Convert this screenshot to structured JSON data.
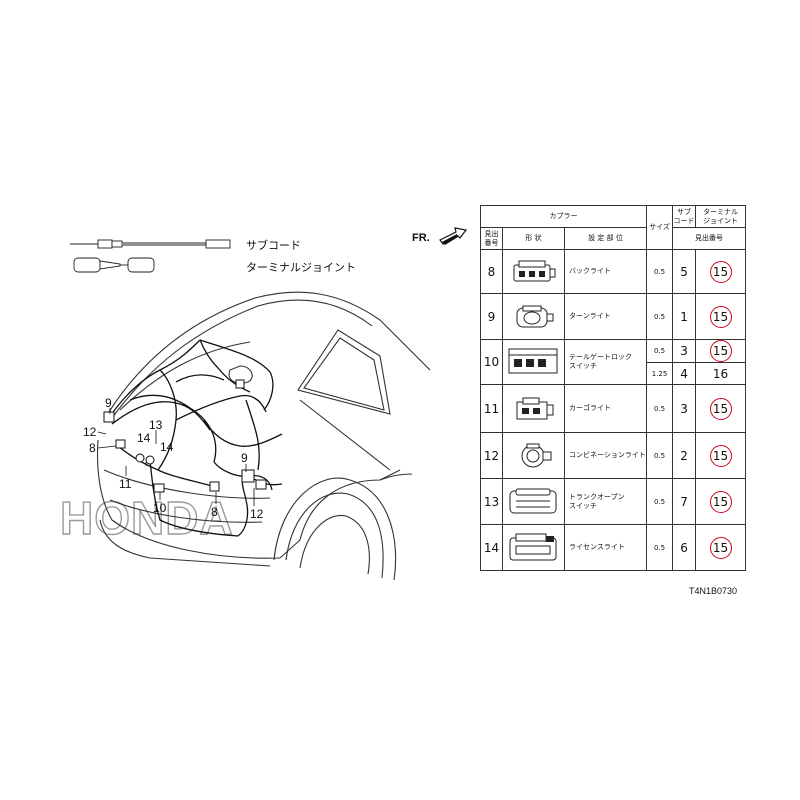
{
  "legend": {
    "sub_cord_label": "サブコード",
    "terminal_joint_label": "ターミナルジョイント"
  },
  "orientation_label": "FR.",
  "watermark_text": "HONDA",
  "drawing_code": "T4N1B0730",
  "callouts": [
    {
      "id": "c9a",
      "text": "9"
    },
    {
      "id": "c12a",
      "text": "12"
    },
    {
      "id": "c8a",
      "text": "8"
    },
    {
      "id": "c13",
      "text": "13"
    },
    {
      "id": "c14a",
      "text": "14"
    },
    {
      "id": "c14b",
      "text": "14"
    },
    {
      "id": "c11",
      "text": "11"
    },
    {
      "id": "c10",
      "text": "10"
    },
    {
      "id": "c8b",
      "text": "8"
    },
    {
      "id": "c9b",
      "text": "9"
    },
    {
      "id": "c12b",
      "text": "12"
    }
  ],
  "table": {
    "header_coupler": "カプラー",
    "header_index": "見出\n番号",
    "header_shape": "形 状",
    "header_location": "設 定 部 位",
    "header_size": "サイズ",
    "header_subcord": "サブ\nコード",
    "header_terminal": "ターミナル\nジョイント",
    "header_index_no": "見出番号",
    "rows": [
      {
        "index": "8",
        "location": "バックライト",
        "entries": [
          {
            "size": "0.5",
            "sub": "5",
            "terminal": "15",
            "circled": true
          }
        ]
      },
      {
        "index": "9",
        "location": "ターンライト",
        "entries": [
          {
            "size": "0.5",
            "sub": "1",
            "terminal": "15",
            "circled": true
          }
        ]
      },
      {
        "index": "10",
        "location": "テールゲートロック\nスイッチ",
        "entries": [
          {
            "size": "0.5",
            "sub": "3",
            "terminal": "15",
            "circled": true
          },
          {
            "size": "1.25",
            "sub": "4",
            "terminal": "16",
            "circled": false
          }
        ]
      },
      {
        "index": "11",
        "location": "カーゴライト",
        "entries": [
          {
            "size": "0.5",
            "sub": "3",
            "terminal": "15",
            "circled": true
          }
        ]
      },
      {
        "index": "12",
        "location": "コンビネーションライト",
        "entries": [
          {
            "size": "0.5",
            "sub": "2",
            "terminal": "15",
            "circled": true
          }
        ]
      },
      {
        "index": "13",
        "location": "トランクオープン\nスイッチ",
        "entries": [
          {
            "size": "0.5",
            "sub": "7",
            "terminal": "15",
            "circled": true
          }
        ]
      },
      {
        "index": "14",
        "location": "ライセンスライト",
        "entries": [
          {
            "size": "0.5",
            "sub": "6",
            "terminal": "15",
            "circled": true
          }
        ]
      }
    ]
  }
}
